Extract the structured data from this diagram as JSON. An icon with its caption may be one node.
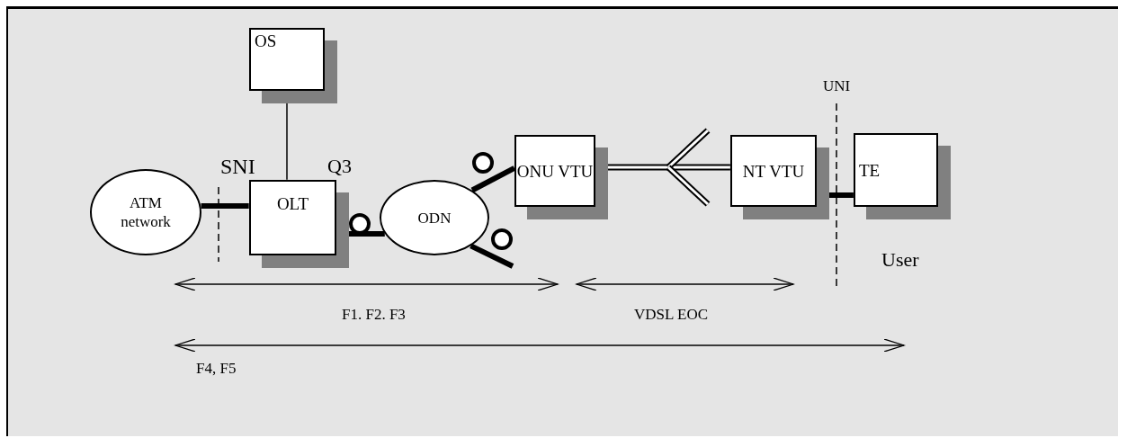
{
  "diagram": {
    "nodes": [
      {
        "text": [
          "OS"
        ]
      },
      {
        "text": [
          "ATM network"
        ]
      },
      {
        "text": [
          "OLT"
        ]
      },
      {
        "text": [
          "ODN"
        ]
      },
      {
        "text": [
          "ONU VTU"
        ]
      },
      {
        "text": [
          "NT VTU"
        ]
      },
      {
        "text": [
          "TE"
        ]
      }
    ],
    "edges": [
      {
        "from": 0,
        "to": 2,
        "arrow": "none"
      },
      {
        "from": 1,
        "to": 2,
        "arrow": "none"
      },
      {
        "from": 2,
        "to": 3,
        "arrow": "none"
      },
      {
        "from": 3,
        "to": 4,
        "arrow": "none"
      },
      {
        "from": 3,
        "to": null,
        "arrow": "none"
      },
      {
        "from": 4,
        "to": 5,
        "arrow": "none"
      },
      {
        "from": 5,
        "to": 6,
        "arrow": "none"
      }
    ],
    "labels": [
      "UNI",
      "SNI",
      "Q3",
      "User",
      "F1. F2. F3",
      "VDSL EOC",
      "F4, F5"
    ]
  }
}
